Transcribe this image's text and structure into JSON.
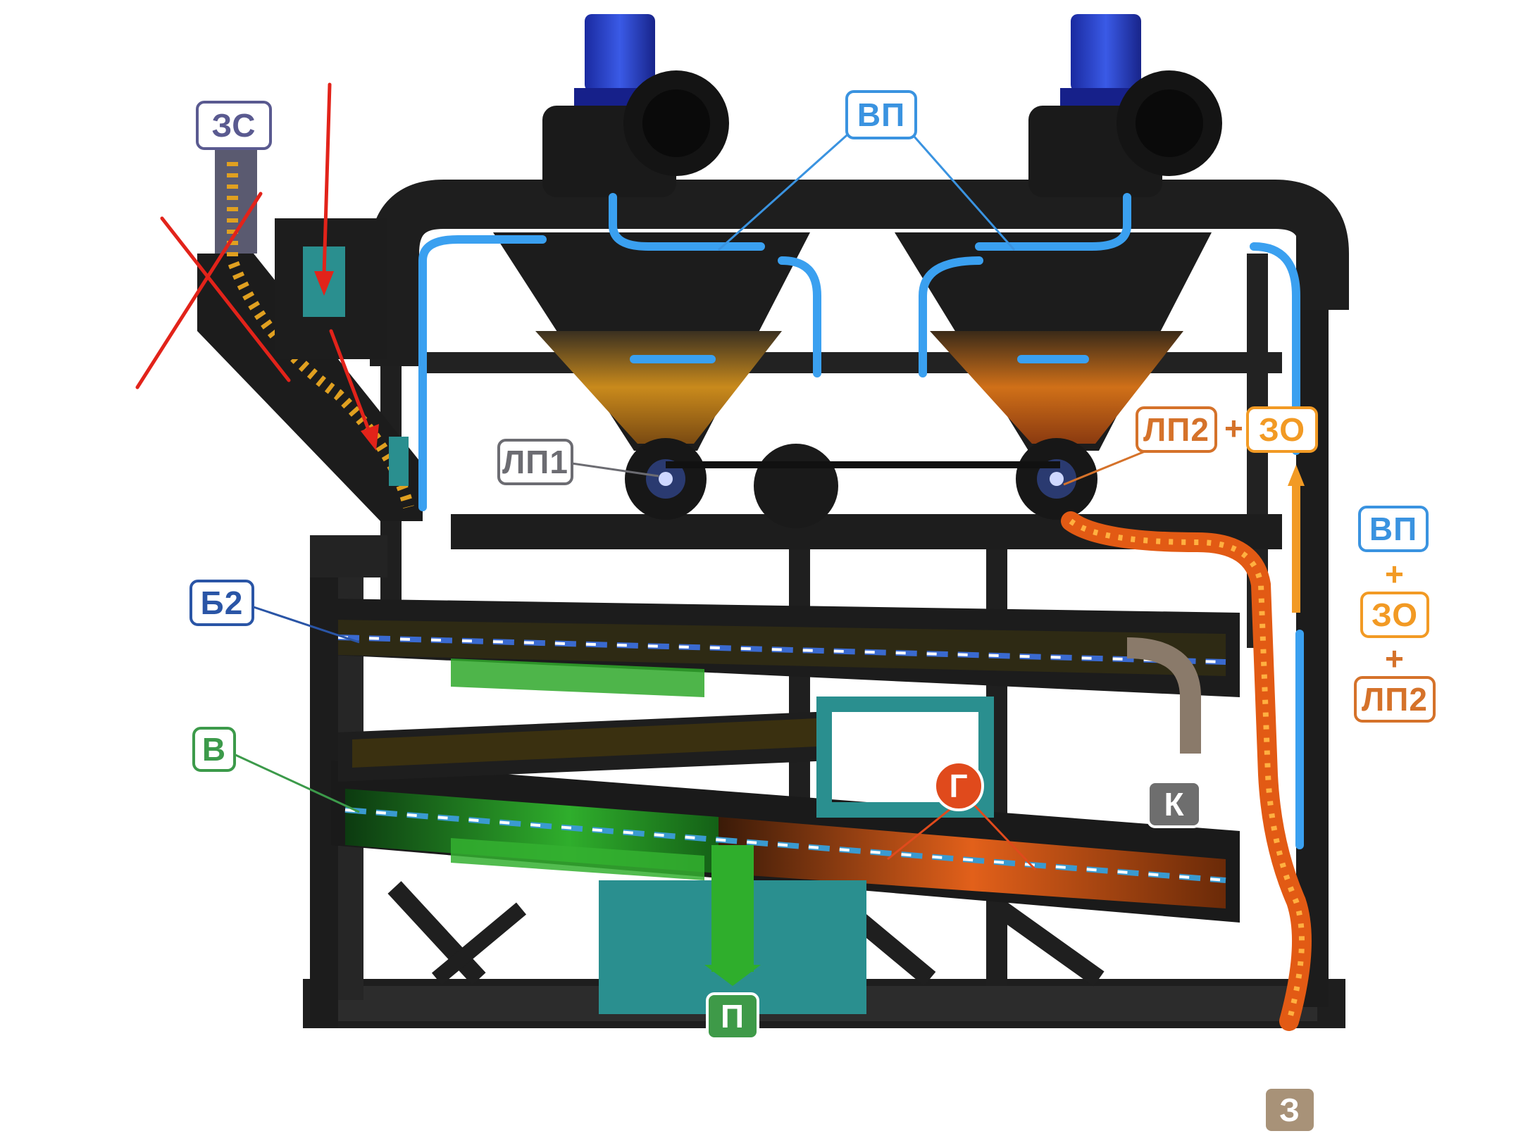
{
  "labels": {
    "zs": "ЗС",
    "vp_top": "ВП",
    "lp1": "ЛП1",
    "lp2": "ЛП2",
    "zo": "ЗО",
    "plus": "+",
    "b2": "Б2",
    "v": "В",
    "g": "Г",
    "k": "К",
    "p": "П",
    "z": "З",
    "vp_side": "ВП",
    "zo_side": "ЗО",
    "lp2_side": "ЛП2"
  },
  "colors": {
    "zs": "#5a5a90",
    "vp": "#3a93e0",
    "lp1": "#6c6c72",
    "lp2": "#d5722a",
    "zo": "#f29a24",
    "b2": "#2a55a6",
    "v": "#3c9a4a",
    "g": "#e04a1c",
    "k": "#6e6e6e",
    "p": "#3e9a48",
    "z": "#a89278",
    "annotation": "#e2231a"
  }
}
